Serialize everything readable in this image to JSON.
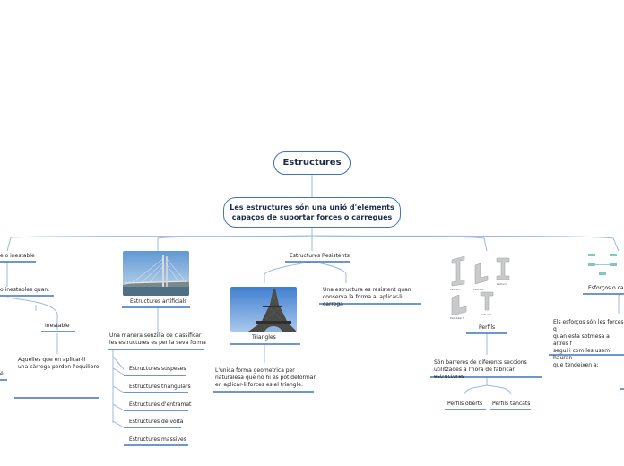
{
  "root": "Estructures",
  "main_line1": "Les estructures són una unió d'elements",
  "main_line2": "capaços de suportar forces o carregues",
  "branches": {
    "estable": "e o inestable",
    "estables_q": "o inestables quan:",
    "inestable": "Inestable",
    "inestable_desc1": "Aquelles que en aplicar-li",
    "inestable_desc2": "una càrrega perden l'equilibre",
    "cut_e": "é",
    "artificials": "Estructures artificials",
    "art_desc1": "Una manera senzilla de classificar",
    "art_desc2": "les estructures es per la seva forma",
    "types": [
      "Estructures suspeses",
      "Estructures triangulars",
      "Estructures d'entramat",
      "Estructures de volta",
      "Estructures massives"
    ],
    "resistents": "Estructures Resistents",
    "triangles": "Triangles",
    "tri_desc1": "L'unica forma geometrica per",
    "tri_desc2": "naturalesa que no hi es pot deformar",
    "tri_desc3": "en aplicar-li forces es el triangle.",
    "res_desc1": "Una estructura es resistent quan",
    "res_desc2": "conserva la forma al aplicar-li carrega",
    "perfils": "Perfils",
    "perfils_desc1": "Són barreres de diferents seccions",
    "perfils_desc2": "utilitzades a l'hora de fabricar estructures",
    "perfils_oberts": "Perfils oberts",
    "perfils_tancats": "Perfils tancats",
    "esforcos": "Esforços o car",
    "esf_desc1": "Els esforços són les forces q",
    "esf_desc2": "quan esta sotmesa a altres f",
    "esf_desc3": "segui i com les usem hauran",
    "esf_desc4": "que tendeixen a:"
  },
  "profile_labels": [
    "Perfil en T",
    "Perfil en L",
    "Perfil en U",
    "Perfil doble T",
    "Perfil rodó"
  ],
  "colors": {
    "line": "#3d74c4",
    "light": "#9cb8e0"
  }
}
